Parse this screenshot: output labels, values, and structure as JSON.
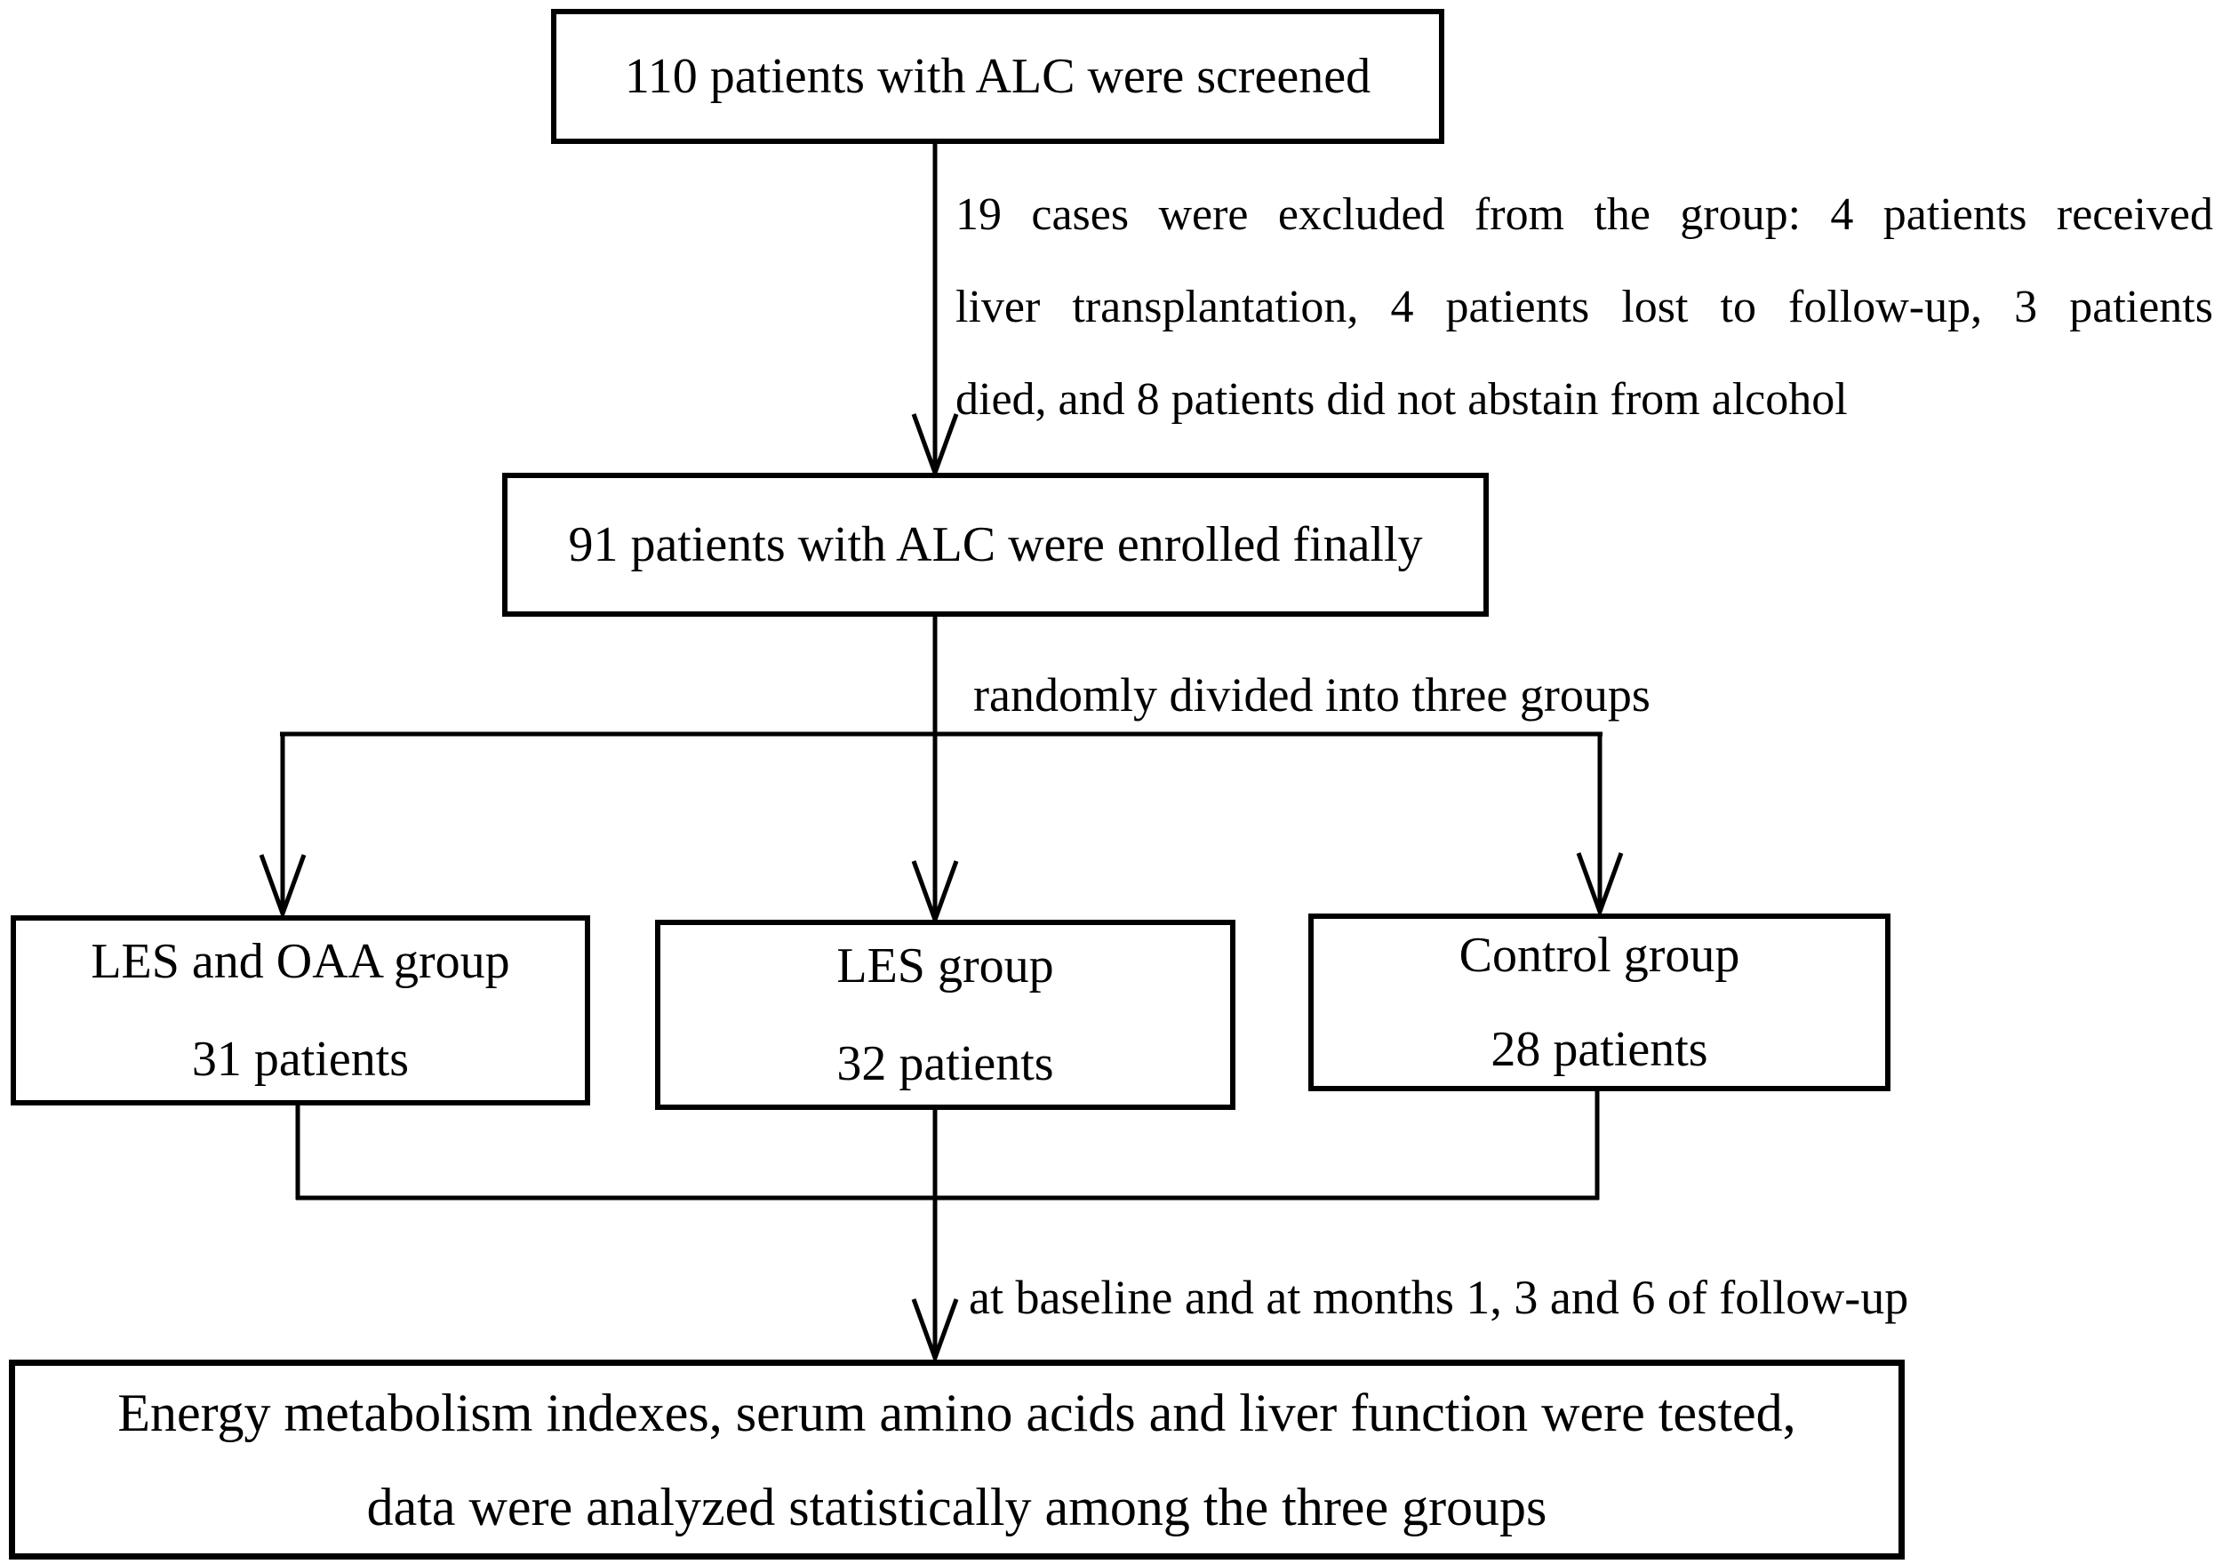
{
  "flowchart": {
    "screened_box": {
      "text": "110 patients with ALC were screened"
    },
    "excluded_note": {
      "lines": [
        "19 cases were excluded from the group: 4 patients received",
        "liver transplantation, 4 patients lost to follow-up, 3 patients",
        "died, and 8 patients did not abstain from alcohol"
      ]
    },
    "enrolled_box": {
      "text": "91 patients with ALC were enrolled finally"
    },
    "random_note": {
      "text": "randomly divided into three groups"
    },
    "group_boxes": [
      {
        "title": "LES and OAA group",
        "count": "31 patients"
      },
      {
        "title": "LES group",
        "count": "32 patients"
      },
      {
        "title": "Control group",
        "count": "28 patients"
      }
    ],
    "followup_note": {
      "text": "at baseline and at months 1, 3 and 6 of follow-up"
    },
    "outcome_box": {
      "lines": [
        "Energy metabolism indexes, serum amino acids and liver function were tested,",
        "data were analyzed statistically among the three groups"
      ]
    },
    "colors": {
      "line": "#000000",
      "background": "#ffffff",
      "text": "#000000"
    }
  }
}
